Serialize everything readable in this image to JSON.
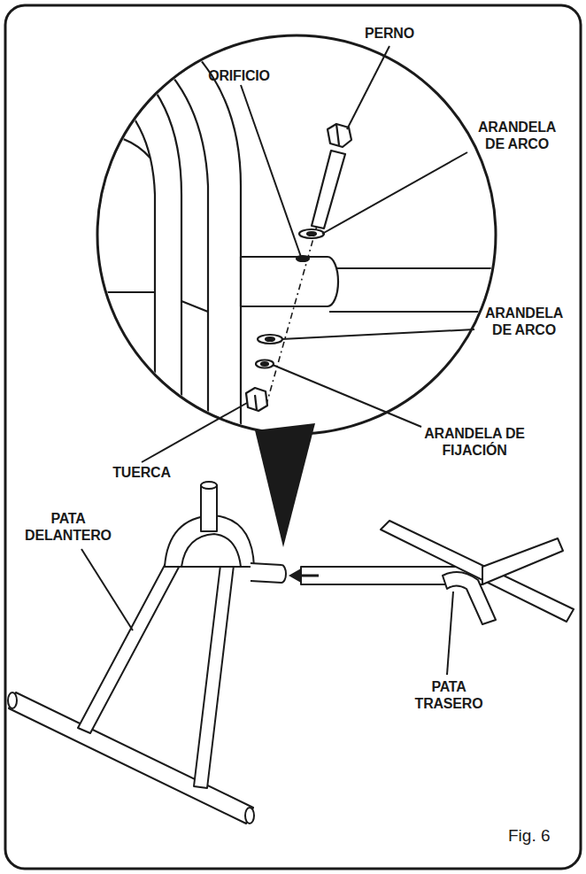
{
  "diagram": {
    "caption": "Fig. 6",
    "labels": [
      "PERNO",
      "ORIFICIO",
      "ARANDELA DE ARCO",
      "ARANDELA DE ARCO",
      "ARANDELA DE FIJACIÓN",
      "TUERCA",
      "PATA DELANTERO",
      "PATA TRASERO"
    ]
  }
}
